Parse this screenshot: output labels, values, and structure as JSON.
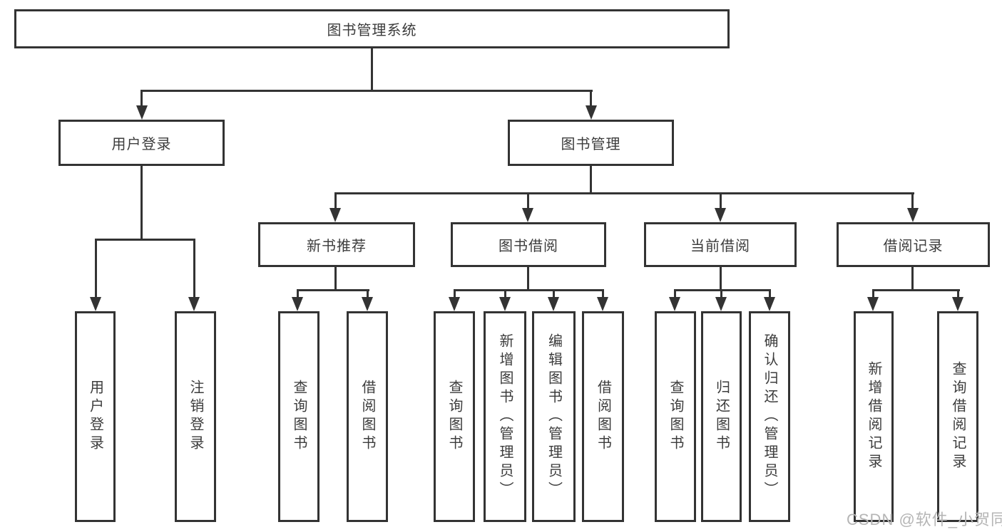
{
  "diagram": {
    "title": "图书管理系统",
    "type": "hierarchy-tree"
  },
  "nodes": {
    "root": "图书管理系统",
    "level1": {
      "user_login": "用户登录",
      "book_management": "图书管理"
    },
    "level2": {
      "new_book_recommend": "新书推荐",
      "book_borrowing": "图书借阅",
      "current_borrowing": "当前借阅",
      "borrowing_records": "借阅记录"
    },
    "leaves": {
      "user_login": "用户登录",
      "logout": "注销登录",
      "query_books_a": "查询图书",
      "borrow_books_a": "借阅图书",
      "query_books_b": "查询图书",
      "add_book_admin": "新增图书（管理员）",
      "edit_book_admin": "编辑图书（管理员）",
      "borrow_books_b": "借阅图书",
      "query_books_c": "查询图书",
      "return_books": "归还图书",
      "confirm_return_admin": "确认归还（管理员）",
      "add_borrow_record": "新增借阅记录",
      "query_borrow_record": "查询借阅记录"
    }
  },
  "hierarchy": {
    "图书管理系统": {
      "用户登录": [
        "用户登录",
        "注销登录"
      ],
      "图书管理": {
        "新书推荐": [
          "查询图书",
          "借阅图书"
        ],
        "图书借阅": [
          "查询图书",
          "新增图书（管理员）",
          "编辑图书（管理员）",
          "借阅图书"
        ],
        "当前借阅": [
          "查询图书",
          "归还图书",
          "确认归还（管理员）"
        ],
        "借阅记录": [
          "新增借阅记录",
          "查询借阅记录"
        ]
      }
    }
  },
  "colors": {
    "line": "#333333",
    "text": "#3c3c3c",
    "background": "#ffffff",
    "watermark_text": "#b5b5b5"
  },
  "watermark": "CSDN @软件_小贺同学"
}
